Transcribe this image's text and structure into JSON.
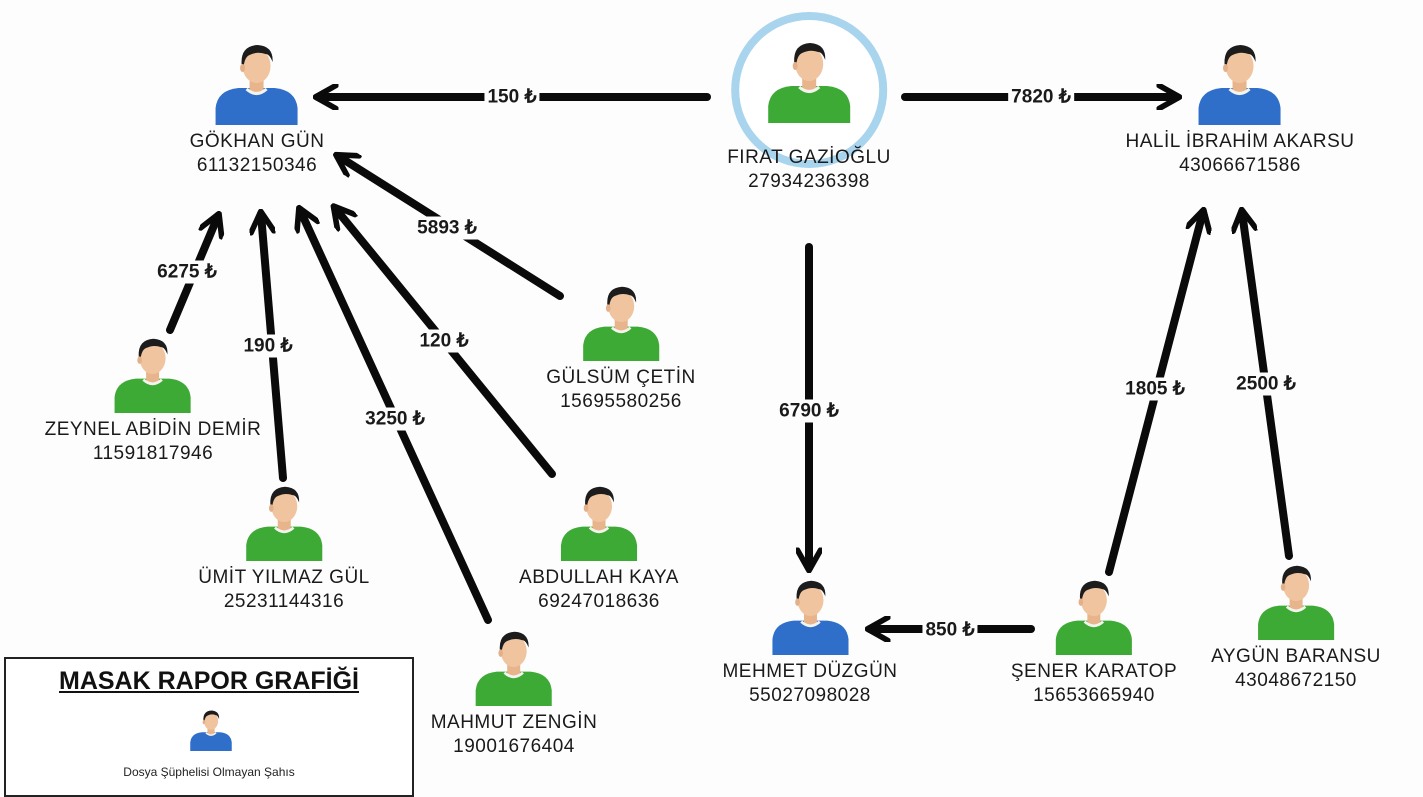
{
  "colors": {
    "known": "#2f6fc9",
    "suspect": "#3daa35",
    "highlight": "#a8d4ee",
    "arrow": "#0a0a0a"
  },
  "people": [
    {
      "key": "gokhan",
      "name": "GÖKHAN GÜN",
      "id": "61132150346",
      "type": "known"
    },
    {
      "key": "firat",
      "name": "FIRAT GAZİOĞLU",
      "id": "27934236398",
      "type": "suspect",
      "highlighted": true
    },
    {
      "key": "halil",
      "name": "HALİL İBRAHİM AKARSU",
      "id": "43066671586",
      "type": "known"
    },
    {
      "key": "zeynel",
      "name": "ZEYNEL ABİDİN DEMİR",
      "id": "11591817946",
      "type": "suspect"
    },
    {
      "key": "umit",
      "name": "ÜMİT YILMAZ GÜL",
      "id": "25231144316",
      "type": "suspect"
    },
    {
      "key": "mahmut",
      "name": "MAHMUT ZENGİN",
      "id": "19001676404",
      "type": "suspect"
    },
    {
      "key": "abdullah",
      "name": "ABDULLAH KAYA",
      "id": "69247018636",
      "type": "suspect"
    },
    {
      "key": "gulsum",
      "name": "GÜLSÜM ÇETİN",
      "id": "15695580256",
      "type": "suspect"
    },
    {
      "key": "mehmet",
      "name": "MEHMET DÜZGÜN",
      "id": "55027098028",
      "type": "known"
    },
    {
      "key": "sener",
      "name": "ŞENER KARATOP",
      "id": "15653665940",
      "type": "suspect"
    },
    {
      "key": "aygun",
      "name": "AYGÜN BARANSU",
      "id": "43048672150",
      "type": "suspect"
    }
  ],
  "transfers": [
    {
      "from": "firat",
      "to": "gokhan",
      "amount": "150 ₺"
    },
    {
      "from": "firat",
      "to": "halil",
      "amount": "7820 ₺"
    },
    {
      "from": "zeynel",
      "to": "gokhan",
      "amount": "6275 ₺"
    },
    {
      "from": "umit",
      "to": "gokhan",
      "amount": "190 ₺"
    },
    {
      "from": "mahmut",
      "to": "gokhan",
      "amount": "3250 ₺"
    },
    {
      "from": "abdullah",
      "to": "gokhan",
      "amount": "120 ₺"
    },
    {
      "from": "gulsum",
      "to": "gokhan",
      "amount": "5893 ₺"
    },
    {
      "from": "firat",
      "to": "mehmet",
      "amount": "6790 ₺"
    },
    {
      "from": "sener",
      "to": "mehmet",
      "amount": "850 ₺"
    },
    {
      "from": "sener",
      "to": "halil",
      "amount": "1805 ₺"
    },
    {
      "from": "aygun",
      "to": "halil",
      "amount": "2500 ₺"
    }
  ],
  "legend": {
    "title": "MASAK RAPOR GRAFİĞİ",
    "text": "Dosya Şüphelisi Olmayan Şahıs",
    "type": "known"
  }
}
